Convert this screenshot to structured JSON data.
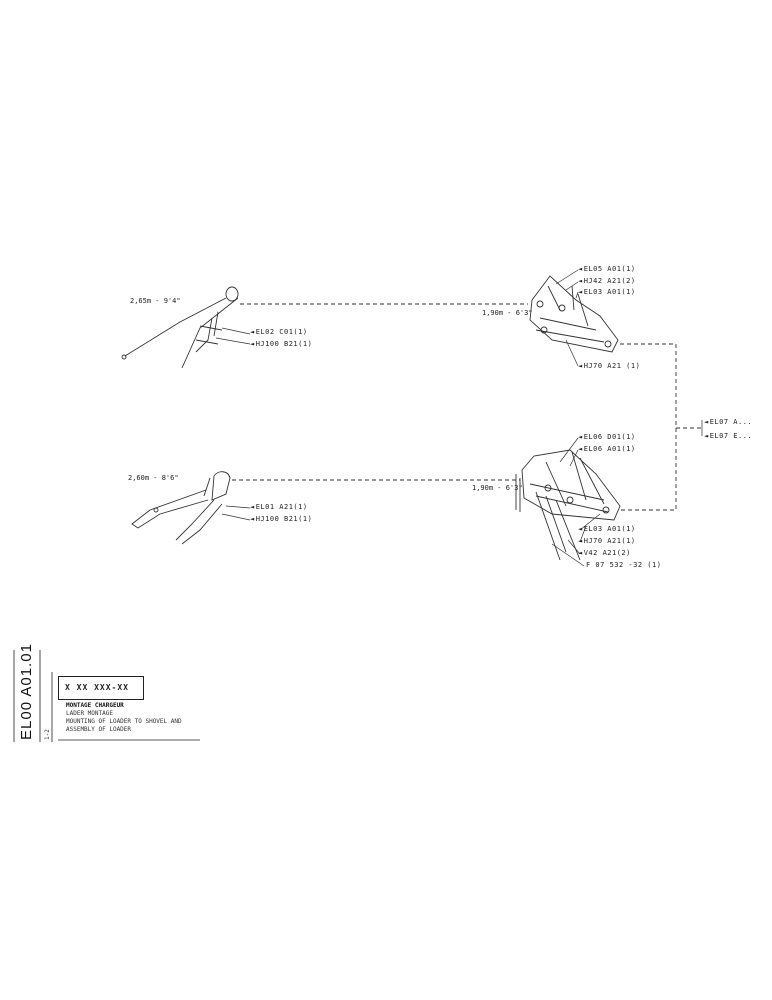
{
  "dimensions": {
    "top_left": "2,65m - 9'4\"",
    "top_right": "1,90m - 6'3\"",
    "bottom_left": "2,60m - 8'6\"",
    "bottom_right": "1,90m - 6'3\""
  },
  "labels": {
    "top_left_part": [
      "EL02  C01(1)",
      "HJ100 B21(1)"
    ],
    "top_right_part": [
      "EL05  A01(1)",
      "HJ42  A21(2)",
      "EL03  A01(1)",
      "HJ70  A21 (1)"
    ],
    "bottom_left_part": [
      "EL01  A21(1)",
      "HJ100 B21(1)"
    ],
    "bottom_right_part": [
      "EL06  D01(1)",
      "EL06  A01(1)",
      "EL03  A01(1)",
      "HJ70  A21(1)",
      "V42   A21(2)",
      "F 07 532 -32 (1)"
    ],
    "merge_refs": [
      "EL07 A...",
      "EL07 E..."
    ]
  },
  "title_block": {
    "code_box": "X XX XXX-XX",
    "line1": "MONTAGE CHARGEUR",
    "line2": "LADER MONTAGE",
    "line3": "MOUNTING OF LOADER TO SHOVEL AND",
    "line4": "ASSEMBLY OF LOADER",
    "vertical_code": "EL00 A01.01",
    "small_code": "1-2"
  },
  "colors": {
    "ink": "#222222",
    "background": "#ffffff"
  }
}
